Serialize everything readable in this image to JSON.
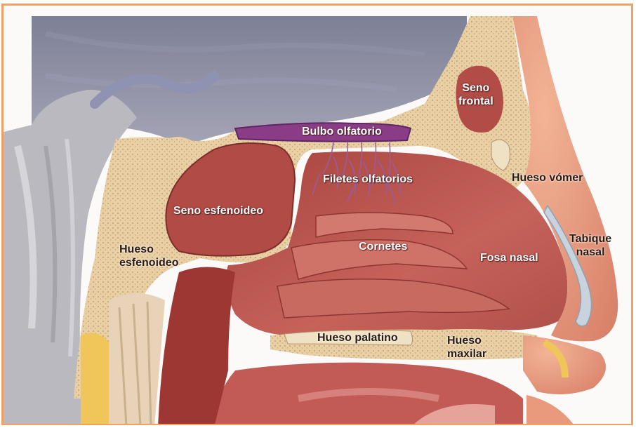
{
  "labels": {
    "seno_frontal": "Seno\nfrontal",
    "bulbo_olfatorio": "Bulbo olfatorio",
    "filetes_olfatorios": "Filetes olfatorios",
    "hueso_vomer": "Hueso vómer",
    "seno_esfenoideo": "Seno esfenoideo",
    "tabique_nasal": "Tabique\nnasal",
    "hueso_esfenoideo": "Hueso\nesfenoideo",
    "cornetes": "Cornetes",
    "fosa_nasal": "Fosa nasal",
    "hueso_palatino": "Hueso palatino",
    "hueso_maxilar": "Hueso\nmaxilar"
  },
  "colors": {
    "frame_border": "#f2a165",
    "bone": "#e8cfa4",
    "bone_dots": "#b58f66",
    "cavity": "#b8514a",
    "cavity_dark": "#8e3530",
    "bulb": "#8a3d86",
    "brain": "#8e8fa3",
    "cartilage": "#c9d3dd",
    "skin": "#e99a7d"
  }
}
